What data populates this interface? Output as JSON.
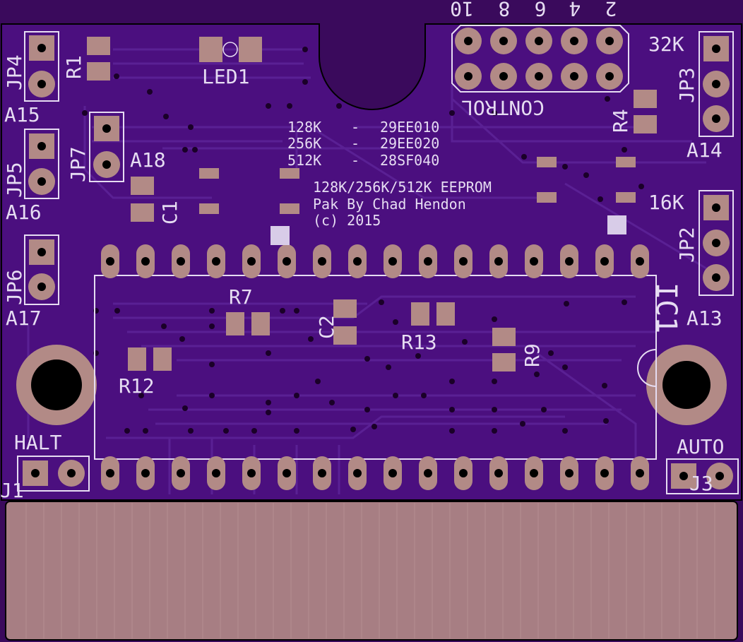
{
  "colors": {
    "background": "#3a0a5c",
    "board": "#4b0f7f",
    "trace": "#5a2094",
    "silkscreen": "#e6dcf2",
    "copper_pad": "#b28a86",
    "edge_connector": "#a77e83",
    "drill": "#000000"
  },
  "board": {
    "board_label": {
      "line1": "128K/256K/512K EEPROM",
      "line2": "Pak By Chad Hendon",
      "line3": "(c) 2015"
    },
    "eeprom_table": [
      {
        "size": "128K",
        "sep": "-",
        "part": "29EE010"
      },
      {
        "size": "256K",
        "sep": "-",
        "part": "29EE020"
      },
      {
        "size": "512K",
        "sep": "-",
        "part": "28SF040"
      }
    ],
    "control_header": {
      "label": "CONTROL",
      "pin_numbers": [
        "10",
        "8",
        "6",
        "4",
        "2"
      ]
    },
    "jumpers": {
      "jp4": {
        "name": "JP4",
        "label": "A15"
      },
      "jp5": {
        "name": "JP5",
        "label": "A16"
      },
      "jp6": {
        "name": "JP6",
        "label": "A17"
      },
      "jp7": {
        "name": "JP7",
        "label": "A18"
      },
      "jp3": {
        "name": "JP3",
        "label_top": "32K",
        "label_bottom": "A14"
      },
      "jp2": {
        "name": "JP2",
        "label_top": "16K",
        "label_bottom": "A13"
      },
      "halt": {
        "label": "HALT",
        "name": "J1"
      },
      "auto": {
        "label": "AUTO",
        "name": "J3"
      }
    },
    "components": {
      "r1": "R1",
      "led1": "LED1",
      "r4": "R4",
      "c1": "C1",
      "c2": "C2",
      "r7": "R7",
      "r9": "R9",
      "r12": "R12",
      "r13": "R13",
      "ic": "IC1"
    }
  }
}
